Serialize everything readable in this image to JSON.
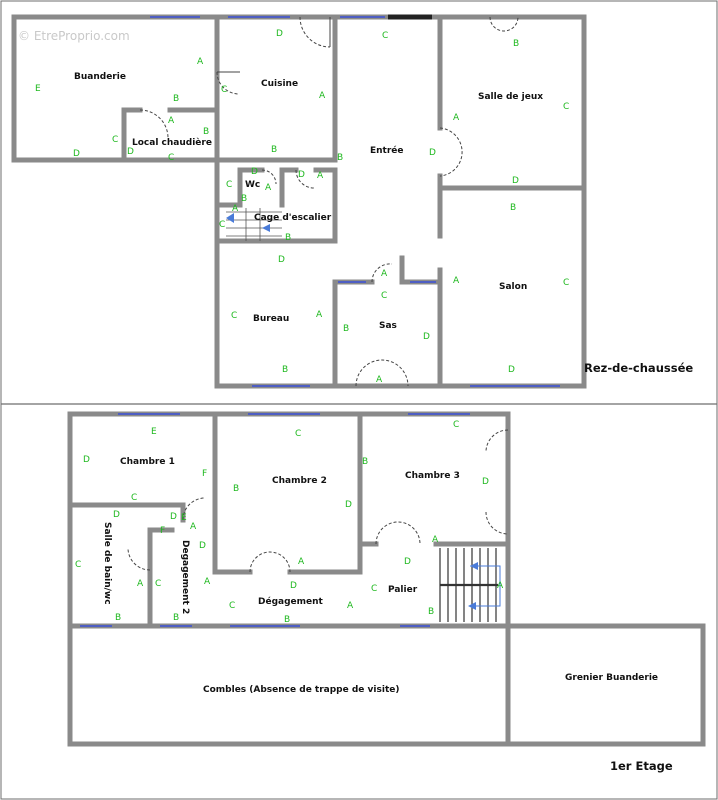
{
  "watermark": "© EtreProprio.com",
  "floors": [
    {
      "id": "rdc",
      "title": "Rez-de-chaussée"
    },
    {
      "id": "etage",
      "title": "1er Etage"
    }
  ],
  "rooms": [
    {
      "id": "buanderie",
      "label": "Buanderie"
    },
    {
      "id": "local-chaudiere",
      "label": "Local chaudière"
    },
    {
      "id": "cuisine",
      "label": "Cuisine"
    },
    {
      "id": "entree",
      "label": "Entrée"
    },
    {
      "id": "salle-de-jeux",
      "label": "Salle de jeux"
    },
    {
      "id": "wc",
      "label": "Wc"
    },
    {
      "id": "cage-escalier",
      "label": "Cage d'escalier"
    },
    {
      "id": "bureau",
      "label": "Bureau"
    },
    {
      "id": "sas",
      "label": "Sas"
    },
    {
      "id": "salon",
      "label": "Salon"
    },
    {
      "id": "chambre-1",
      "label": "Chambre 1"
    },
    {
      "id": "chambre-2",
      "label": "Chambre 2"
    },
    {
      "id": "chambre-3",
      "label": "Chambre 3"
    },
    {
      "id": "salle-de-bain",
      "label": "Salle de bain/wc"
    },
    {
      "id": "degagement-2",
      "label": "Degagement 2"
    },
    {
      "id": "degagement",
      "label": "Dégagement"
    },
    {
      "id": "palier",
      "label": "Palier"
    },
    {
      "id": "combles",
      "label": "Combles (Absence de trappe de visite)"
    },
    {
      "id": "grenier-buanderie",
      "label": "Grenier Buanderie"
    }
  ],
  "wall_markers": [
    {
      "room": "buanderie",
      "letters": [
        "A",
        "B",
        "C",
        "D",
        "E"
      ]
    },
    {
      "room": "local-chaudiere",
      "letters": [
        "A",
        "B",
        "C",
        "D"
      ]
    },
    {
      "room": "cuisine",
      "letters": [
        "A",
        "B",
        "C",
        "D"
      ]
    },
    {
      "room": "entree",
      "letters": [
        "A",
        "B",
        "C",
        "D"
      ]
    },
    {
      "room": "salle-de-jeux",
      "letters": [
        "A",
        "B",
        "C",
        "D"
      ]
    },
    {
      "room": "wc",
      "letters": [
        "A",
        "B",
        "C",
        "D"
      ]
    },
    {
      "room": "cage-escalier",
      "letters": [
        "A",
        "B",
        "C",
        "D"
      ]
    },
    {
      "room": "bureau",
      "letters": [
        "A",
        "B",
        "C",
        "D"
      ]
    },
    {
      "room": "sas",
      "letters": [
        "A",
        "B",
        "C",
        "D"
      ]
    },
    {
      "room": "salon",
      "letters": [
        "A",
        "B",
        "C",
        "D"
      ]
    },
    {
      "room": "chambre-1",
      "letters": [
        "B",
        "C",
        "D",
        "E",
        "F"
      ]
    },
    {
      "room": "chambre-2",
      "letters": [
        "A",
        "B",
        "C",
        "D"
      ]
    },
    {
      "room": "chambre-3",
      "letters": [
        "A",
        "B",
        "C",
        "D"
      ]
    },
    {
      "room": "salle-de-bain",
      "letters": [
        "A",
        "B",
        "C",
        "D"
      ]
    },
    {
      "room": "degagement-2",
      "letters": [
        "A",
        "B",
        "C",
        "D",
        "E",
        "F"
      ]
    },
    {
      "room": "degagement",
      "letters": [
        "A",
        "B",
        "C",
        "D"
      ]
    },
    {
      "room": "palier",
      "letters": [
        "A",
        "B",
        "C",
        "D"
      ]
    }
  ],
  "colors": {
    "wall": "#8a8a8a",
    "wall_dark": "#555555",
    "window": "#3a4fd6",
    "marker": "#1fb81f",
    "arrow": "#4a7bd8",
    "divider": "#6e6e6e"
  }
}
